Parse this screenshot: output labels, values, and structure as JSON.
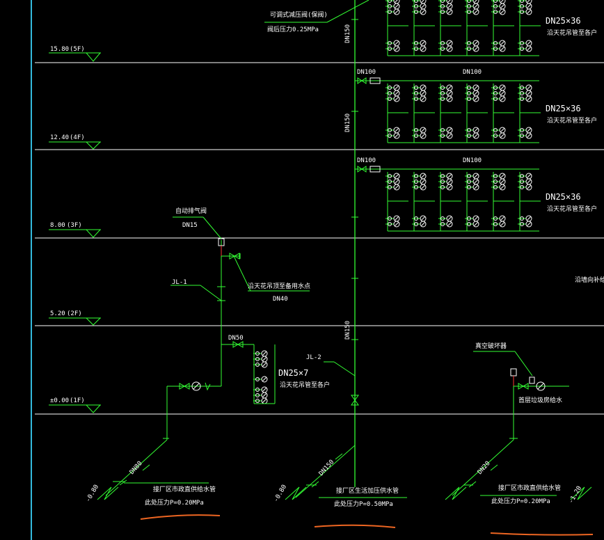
{
  "floor_levels": [
    {
      "elev": "15.80",
      "floor": "(5F)"
    },
    {
      "elev": "12.40",
      "floor": "(4F)"
    },
    {
      "elev": "8.00",
      "floor": "(3F)"
    },
    {
      "elev": "5.20",
      "floor": "(2F)"
    },
    {
      "elev": "±0.00",
      "floor": "(1F)"
    }
  ],
  "risers": {
    "main_pipe_label": "DN150",
    "branch_valve_label": "DN100",
    "branch_pipe_label": "DN100",
    "branch_note_size": "DN25×36",
    "branch_note_text": "沿天花吊管至各户",
    "top_note_line1": "可调式减压阀(保阀)",
    "top_note_line2": "阀后压力0.25MPa"
  },
  "jl1": {
    "label": "JL-1",
    "air_valve_label": "自动排气阀",
    "air_valve_size": "DN15",
    "reserve_note": "沿天花吊顶至备用水点",
    "reserve_size": "DN40",
    "branch_size": "DN50",
    "branch_note_size": "DN25×7",
    "branch_note_text": "沿天花吊管至各户",
    "inlet_size": "DN80",
    "inlet_note": "接厂区市政直供给水管",
    "inlet_pressure": "此处压力P=0.20MPa"
  },
  "jl2": {
    "label": "JL-2",
    "inlet_size": "DN150",
    "inlet_note": "接厂区生活加压供水管",
    "inlet_pressure": "此处压力P=0.50MPa"
  },
  "right_branch": {
    "vacuum_breaker": "真空破坏器",
    "service_note": "首层垃圾房给水",
    "inlet_size": "DN20",
    "inlet_note": "接厂区市政直供给水管",
    "inlet_pressure": "此处压力P=0.20MPa",
    "edge_note": "沿墙向补给"
  },
  "ground_marks": {
    "left": "-0.80",
    "mid": "-0.80",
    "right": "-1.20"
  }
}
